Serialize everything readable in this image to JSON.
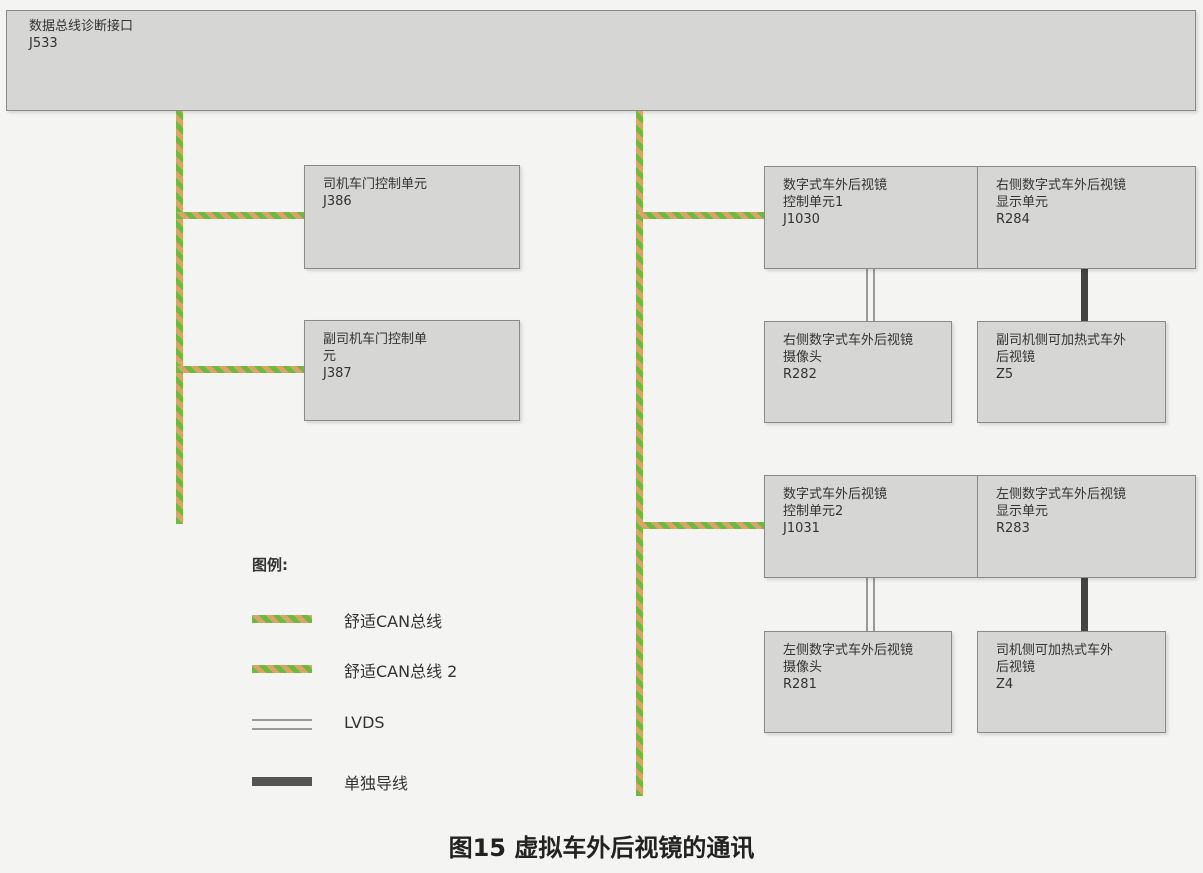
{
  "gateway": {
    "name": "数据总线诊断接口",
    "code": "J533"
  },
  "units": [
    {
      "id": "j386",
      "name": "司机车门控制单元",
      "code": "J386"
    },
    {
      "id": "j387",
      "name": "副司机车门控制单\n元",
      "code": "J387"
    },
    {
      "id": "j1030",
      "name": "数字式车外后视镜\n控制单元1",
      "code": "J1030"
    },
    {
      "id": "r284",
      "name": "右侧数字式车外后视镜\n显示单元",
      "code": "R284"
    },
    {
      "id": "r282",
      "name": "右侧数字式车外后视镜\n摄像头",
      "code": "R282"
    },
    {
      "id": "z5",
      "name": "副司机侧可加热式车外\n后视镜",
      "code": "Z5"
    },
    {
      "id": "j1031",
      "name": "数字式车外后视镜\n控制单元2",
      "code": "J1031"
    },
    {
      "id": "r283",
      "name": "左侧数字式车外后视镜\n显示单元",
      "code": "R283"
    },
    {
      "id": "r281",
      "name": "左侧数字式车外后视镜\n摄像头",
      "code": "R281"
    },
    {
      "id": "z4",
      "name": "司机侧可加热式车外\n后视镜",
      "code": "Z4"
    }
  ],
  "legend": {
    "title": "图例:",
    "items": [
      {
        "label": "舒适CAN总线"
      },
      {
        "label": "舒适CAN总线 2"
      },
      {
        "label": "LVDS"
      },
      {
        "label": "单独导线"
      }
    ]
  },
  "caption": "图15 虚拟车外后视镜的通讯",
  "colors": {
    "can_green": "#6cbb3c",
    "can_orange": "#d9a36a",
    "box_fill": "#d6d6d4",
    "wire": "#444444"
  }
}
